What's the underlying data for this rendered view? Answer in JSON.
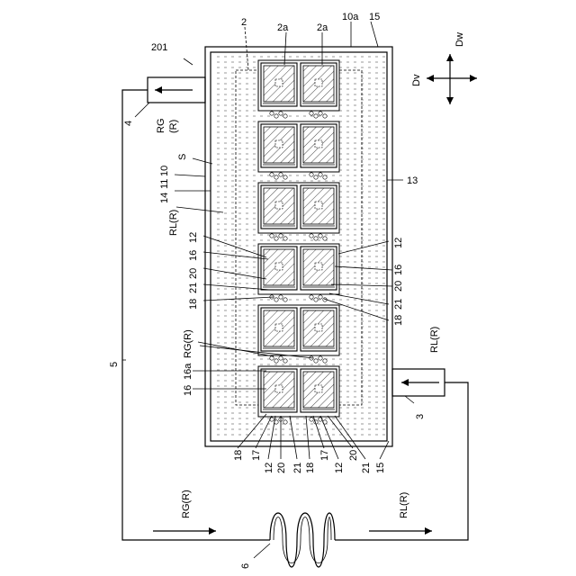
{
  "labels": {
    "device": "201",
    "pipe_out": "4",
    "pipe_in": "3",
    "return_line": "5",
    "coil": "6",
    "container": "10",
    "wall": "10a",
    "plate": "2",
    "plate_part": "2a",
    "layer11": "11",
    "cooler": "13",
    "layer14": "14",
    "outer15": "15",
    "chip12": "12",
    "chip16": "16",
    "chip16a": "16a",
    "chip17": "17",
    "chip18": "18",
    "chip20": "20",
    "chip21": "21",
    "space": "S",
    "rg_r": "RG\n(R)",
    "rg_r_inline": "RG(R)",
    "rl_r": "RL(R)",
    "rl_r_right": "RL(R)",
    "dir_dv": "Dv",
    "dir_dw": "Dw"
  },
  "chip_rows": 6,
  "chip_cols": 2
}
